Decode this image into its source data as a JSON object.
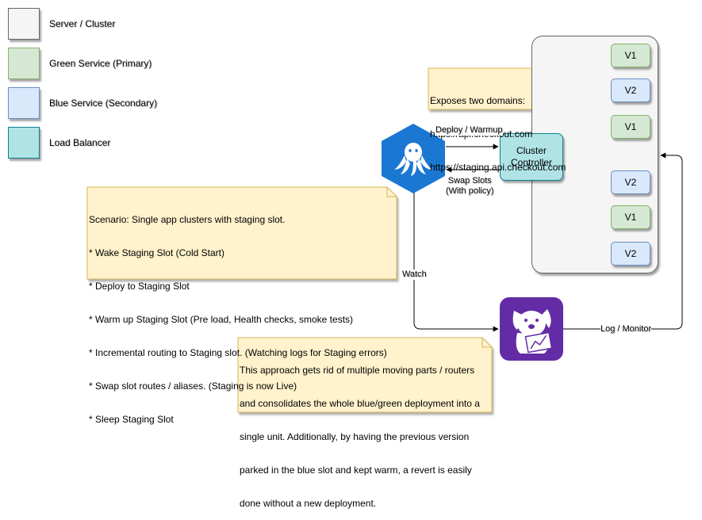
{
  "legend": [
    {
      "label": "Server / Cluster",
      "color": "#f5f5f5"
    },
    {
      "label": "Green Service (Primary)",
      "color": "#d5e8d4"
    },
    {
      "label": "Blue Service (Secondary)",
      "color": "#dae8fc"
    },
    {
      "label": "Load Balancer",
      "color": "#b0e3e6"
    }
  ],
  "cluster": {
    "controller_label_line1": "Cluster",
    "controller_label_line2": "Controller",
    "services": [
      {
        "label": "V1",
        "kind": "green"
      },
      {
        "label": "V2",
        "kind": "blue"
      },
      {
        "label": "V1",
        "kind": "green"
      },
      {
        "label": "V2",
        "kind": "blue"
      },
      {
        "label": "V1",
        "kind": "green"
      },
      {
        "label": "V2",
        "kind": "blue"
      }
    ]
  },
  "domains_note": {
    "line1": "Exposes two domains:",
    "line2": "https://api.checkout.com",
    "line3": "https://staging.api.checkout.com"
  },
  "scenario_note": {
    "lines": [
      "Scenario: Single app clusters with staging slot.",
      "* Wake Staging Slot (Cold Start)",
      "* Deploy to Staging Slot",
      "* Warm up Staging Slot (Pre load, Health checks, smoke tests)",
      "* Incremental routing to Staging slot. (Watching logs for Staging errors)",
      "* Swap slot routes / aliases. (Staging is now Live)",
      "* Sleep Staging Slot"
    ]
  },
  "approach_note": {
    "lines": [
      "This approach gets rid of multiple moving parts / routers",
      "and consolidates the whole blue/green deployment into a",
      "single unit. Additionally, by having the previous version",
      "parked in the blue slot and kept warm, a revert is easily",
      "done without a new deployment."
    ]
  },
  "edges": {
    "deploy_warmup": "Deploy / Warmup",
    "swap_line1": "Swap Slots",
    "swap_line2": "(With policy)",
    "watch": "Watch",
    "log_monitor": "Log / Monitor"
  },
  "icons": {
    "deploy_tool": "octopus-hexagon-icon",
    "monitor_tool": "dog-monitoring-icon"
  },
  "colors": {
    "octopus_blue": "#1a77d2",
    "monitor_purple": "#632ca6",
    "note_fill": "#fff2cc",
    "note_border": "#d6b656"
  }
}
